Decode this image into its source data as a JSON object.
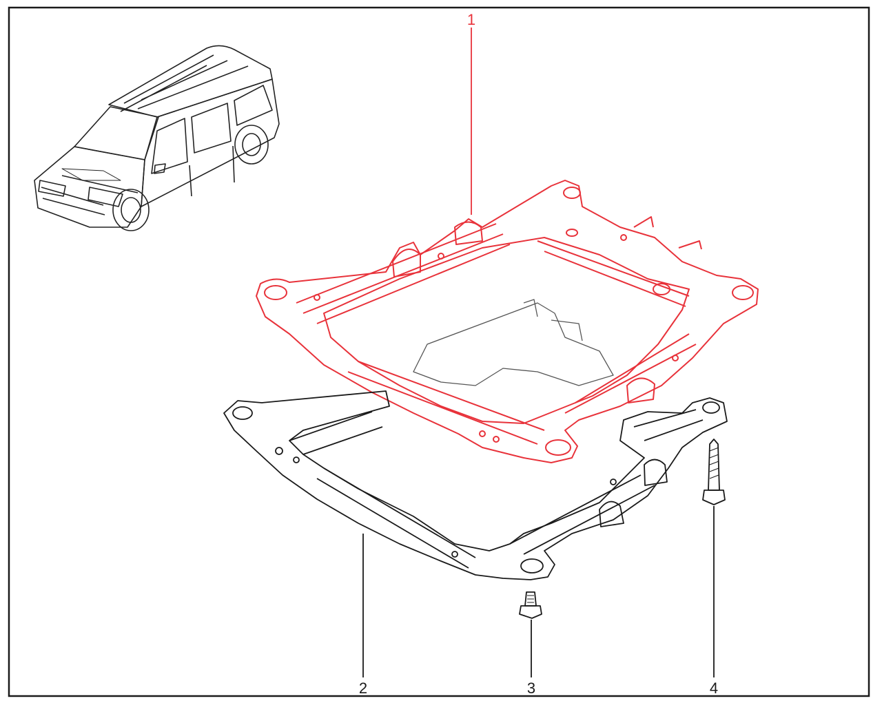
{
  "callouts": {
    "part1": "1",
    "part2": "2",
    "part3": "3",
    "part4": "4"
  },
  "colors": {
    "highlight": "#e8323a",
    "line": "#1a1a1a",
    "frame": "#1a1a1a"
  }
}
